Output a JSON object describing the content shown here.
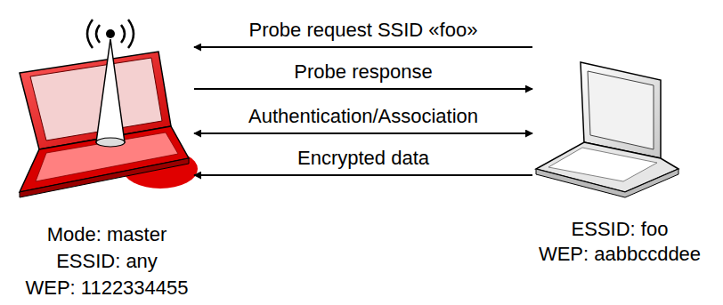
{
  "diagram": {
    "nodes": [
      {
        "text": [
          "Mode: master",
          "ESSID: any",
          "WEP: 1122334455"
        ]
      },
      {
        "text": [
          "ESSID: foo",
          "WEP: aabbccddee"
        ]
      }
    ],
    "edges": [
      {
        "from": 1,
        "to": 0,
        "arrow": "to",
        "label": "Probe request SSID «foo»"
      },
      {
        "from": 0,
        "to": 1,
        "arrow": "to",
        "label": "Probe response"
      },
      {
        "from": 0,
        "to": 1,
        "arrow": "both",
        "label": "Authentication/Association"
      },
      {
        "from": 1,
        "to": 0,
        "arrow": "to",
        "label": "Encrypted data"
      }
    ]
  }
}
